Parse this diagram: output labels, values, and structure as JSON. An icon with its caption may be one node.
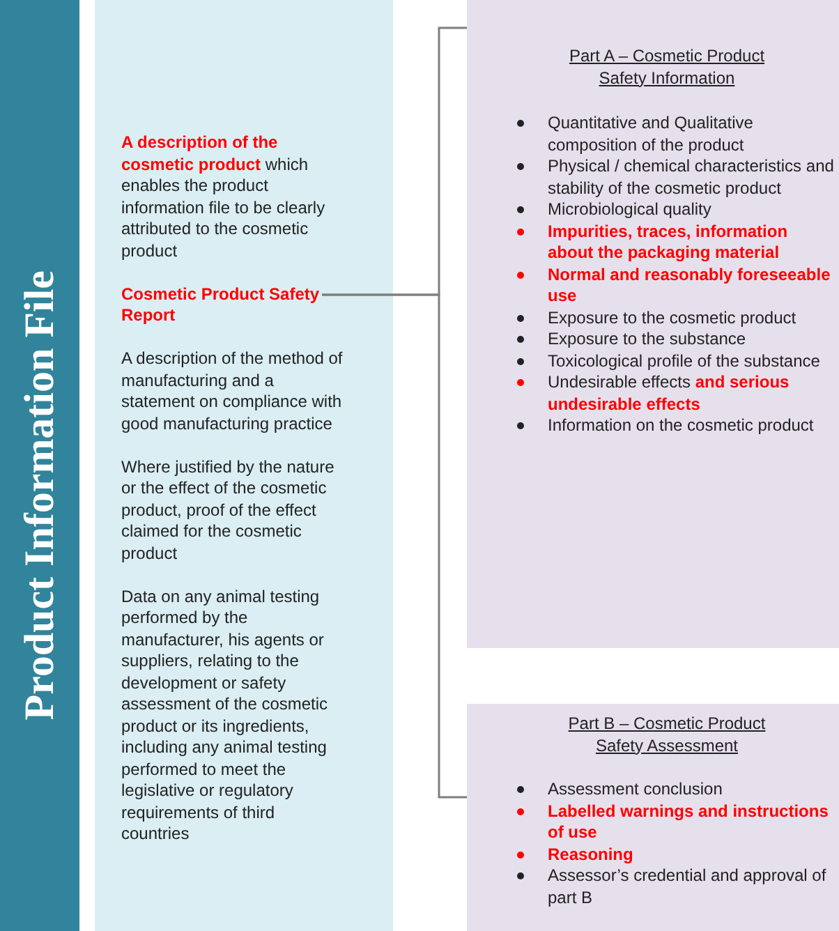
{
  "diagram": {
    "nodes": [
      {
        "text": [
          "Product Information File"
        ]
      },
      {
        "text": [],
        "shape": "box"
      },
      {
        "text": [
          "**A description of the cosmetic product** which enables the product information file to be clearly attributed to the cosmetic product"
        ],
        "in": 1
      },
      {
        "text": [
          "Cosmetic Product Safety Report"
        ],
        "in": 1
      },
      {
        "text": [
          "A description of the method of manufacturing and a statement on compliance with good manufacturing practice"
        ],
        "in": 1
      },
      {
        "text": [
          "Where justified by the nature or the effect of the cosmetic product, proof of the effect claimed for the cosmetic product"
        ],
        "in": 1
      },
      {
        "text": [
          "Data on any animal testing performed by the manufacturer, his agents or suppliers, relating to the development or safety assessment of the cosmetic product or its ingredients, including any animal testing performed to meet the legislative or regulatory requirements of third countries"
        ],
        "in": 1
      },
      {
        "text": [
          "Part A – Cosmetic Product Safety Information",
          "Quantitative and Qualitative composition of the product",
          "Physical / chemical characteristics and stability of the cosmetic product",
          "Microbiological quality",
          "Impurities, traces, information about the packaging material",
          "Normal and reasonably foreseeable use",
          "Exposure to the cosmetic product",
          "Exposure to the substance",
          "Toxicological profile of the substance",
          "Undesirable effects **and serious undesirable effects**",
          "Information on the cosmetic product"
        ]
      },
      {
        "text": [
          "Part B – Cosmetic Product Safety Assessment",
          "Assessment conclusion",
          "Labelled warnings and instructions of use",
          "Reasoning",
          "Assessor’s credential and approval of part B"
        ]
      }
    ],
    "edges": [
      {
        "from": 3,
        "to": 7,
        "arrow": "none"
      },
      {
        "from": 3,
        "to": 8,
        "arrow": "none"
      }
    ]
  }
}
